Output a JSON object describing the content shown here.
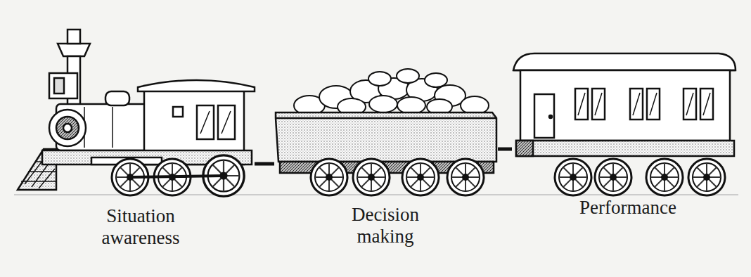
{
  "diagram": {
    "nodes": [
      {
        "text": [
          "Situation awareness"
        ]
      },
      {
        "text": [
          "Decision making"
        ]
      },
      {
        "text": [
          "Performance"
        ]
      }
    ],
    "edges": [
      {
        "from": 0,
        "to": 1,
        "arrow": "none"
      },
      {
        "from": 1,
        "to": 2,
        "arrow": "none"
      }
    ]
  }
}
